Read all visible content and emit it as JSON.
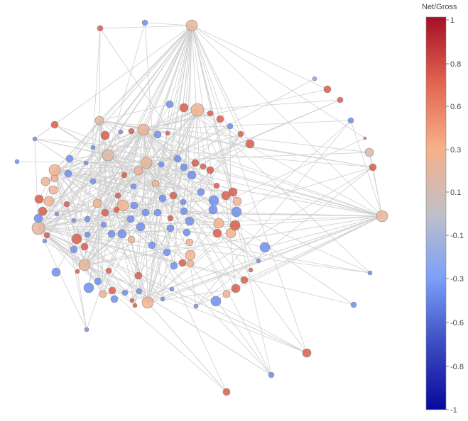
{
  "colorbar": {
    "title": "Net/Gross",
    "ticks": [
      {
        "label": "1",
        "value": 1
      },
      {
        "label": "0.8",
        "value": 0.8
      },
      {
        "label": "0.6",
        "value": 0.6
      },
      {
        "label": "0.3",
        "value": 0.3
      },
      {
        "label": "0.1",
        "value": 0.1
      },
      {
        "label": "-0.1",
        "value": -0.1
      },
      {
        "label": "-0.3",
        "value": -0.3
      },
      {
        "label": "-0.6",
        "value": -0.6
      },
      {
        "label": "-0.8",
        "value": -0.8
      },
      {
        "label": "-1",
        "value": -1
      }
    ],
    "range": [
      -1,
      1
    ],
    "colorscale": [
      "#08089c",
      "#3b4cc0",
      "#7b9ff9",
      "#c0c0c8",
      "#f7b089",
      "#e0654f",
      "#a50f26"
    ]
  }
}
